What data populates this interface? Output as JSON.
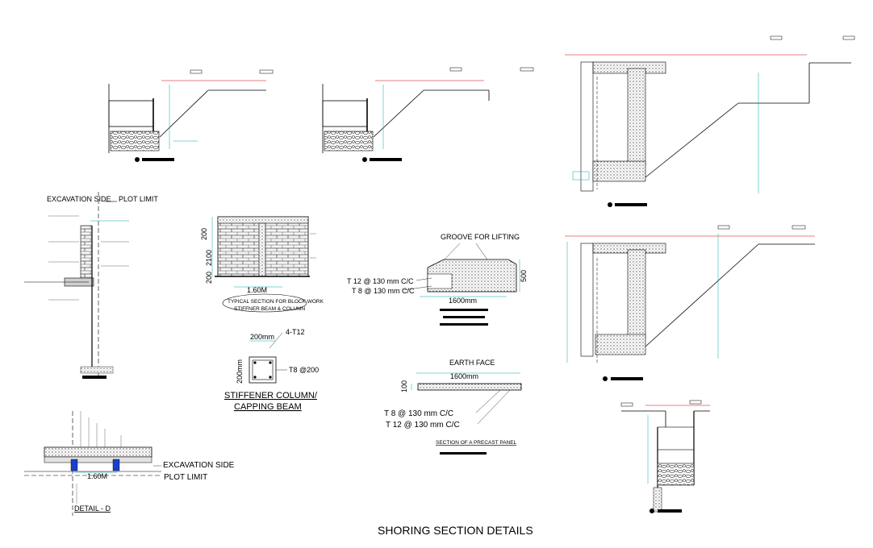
{
  "sheet": {
    "title": "SHORING SECTION DETAILS",
    "colors": {
      "line": "#000000",
      "dim": "#00a8a8",
      "level": "#d00000",
      "fill": "#cfcfcf"
    }
  },
  "detail_a": {
    "labels": {
      "excavation_side": "EXCAVATION SIDE",
      "plot_limit": "PLOT LIMIT"
    }
  },
  "block_work": {
    "dims": {
      "top": "200",
      "mid": "2100",
      "bottom": "200",
      "width": "1.60M"
    },
    "caption_1": "TYPICAL SECTION FOR BLOCK WORK",
    "caption_2": "STIFFNER BEAM & COLUMN"
  },
  "stiffener": {
    "bar_label": "4-T12",
    "width_dim": "200mm",
    "height_dim": "200mm",
    "tie_label": "T8 @200",
    "caption_1": "STIFFENER COLUMN/",
    "caption_2": "CAPPING BEAM"
  },
  "precast_lifting": {
    "groove": "GROOVE FOR LIFTING",
    "bar_1": "T 12 @ 130 mm C/C",
    "bar_2": "T 8 @ 130 mm C/C",
    "height_dim": "500",
    "width_dim": "1600mm"
  },
  "precast_section": {
    "earth_face": "EARTH FACE",
    "width_dim": "1600mm",
    "thickness_dim": "100",
    "bar_1": "T 8 @ 130 mm C/C",
    "bar_2": "T 12 @ 130 mm C/C",
    "caption": "SECTION OF A PRECAST PANEL"
  },
  "detail_d": {
    "excavation_side": "EXCAVATION SIDE",
    "plot_limit": "PLOT LIMIT",
    "width_dim": "1.60M",
    "caption": "DETAIL - D"
  }
}
